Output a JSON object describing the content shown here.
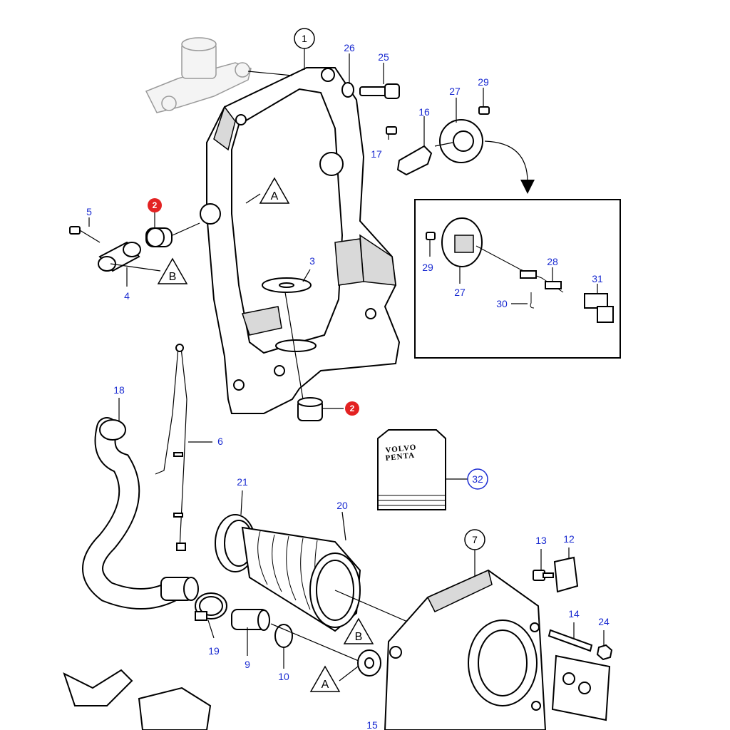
{
  "callouts": {
    "c1": "1",
    "c2a": "2",
    "c2b": "2",
    "c3": "3",
    "c4": "4",
    "c5": "5",
    "c6": "6",
    "c7": "7",
    "c9": "9",
    "c10": "10",
    "c12": "12",
    "c13": "13",
    "c14": "14",
    "c15": "15",
    "c16": "16",
    "c17": "17",
    "c18": "18",
    "c19": "19",
    "c20": "20",
    "c21": "21",
    "c24": "24",
    "c25": "25",
    "c26": "26",
    "c27a": "27",
    "c27b": "27",
    "c28": "28",
    "c29a": "29",
    "c29b": "29",
    "c30": "30",
    "c31": "31",
    "c32": "32"
  },
  "markers": {
    "A1": "A",
    "B1": "B",
    "A2": "A",
    "B2": "B"
  },
  "kit_label": {
    "line1": "VOLVO",
    "line2": "PENTA"
  },
  "colors": {
    "callout": "#1a2bd1",
    "highlight": "#e32222",
    "line": "#000000",
    "ghost": "#9a9a9a"
  }
}
